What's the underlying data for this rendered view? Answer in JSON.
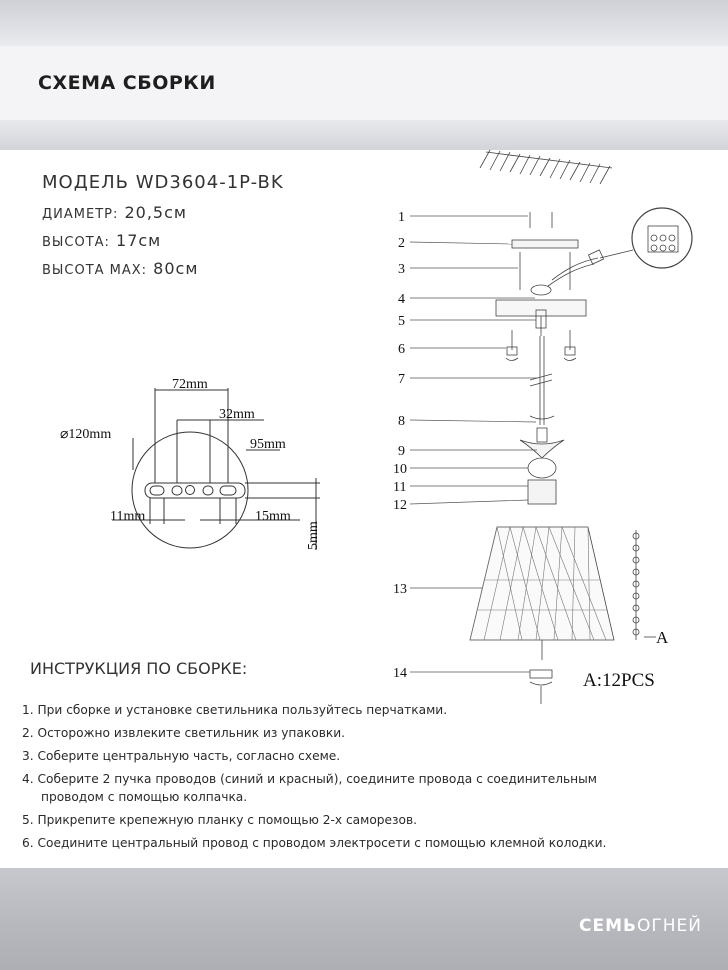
{
  "header": {
    "title": "СХЕМА СБОРКИ"
  },
  "specs": {
    "model": "МОДЕЛЬ WD3604-1P-BK",
    "diameter_label": "ДИАМЕТР:",
    "diameter_value": "20,5см",
    "height_label": "ВЫСОТА:",
    "height_value": "17см",
    "height_max_label": "ВЫСОТА MAX:",
    "height_max_value": "80см"
  },
  "plate_dims": {
    "d120": "⌀120mm",
    "d72": "72mm",
    "d32": "32mm",
    "d95": "95mm",
    "d11": "11mm",
    "d15": "15mm",
    "d5": "5mm"
  },
  "parts": [
    "1",
    "2",
    "3",
    "4",
    "5",
    "6",
    "7",
    "8",
    "9",
    "10",
    "11",
    "12",
    "13",
    "14"
  ],
  "part_a_label": "A",
  "part_a_count": "A:12PCS",
  "instructions": {
    "title": "ИНСТРУКЦИЯ ПО СБОРКЕ:",
    "steps": [
      "1. При сборке и установке светильника пользуйтесь перчатками.",
      "2. Осторожно извлеките светильник из упаковки.",
      "3. Соберите центральную часть, согласно схеме.",
      "4. Соберите 2 пучка проводов (синий и красный), соедините провода с соединительным",
      "проводом с помощью колпачка.",
      "5. Прикрепите крепежную планку с помощью 2-х саморезов.",
      "6. Соедините центральный провод с проводом электросети с помощью клемной колодки."
    ]
  },
  "brand": {
    "bold": "СЕМЬ",
    "light": "ОГНЕЙ"
  }
}
